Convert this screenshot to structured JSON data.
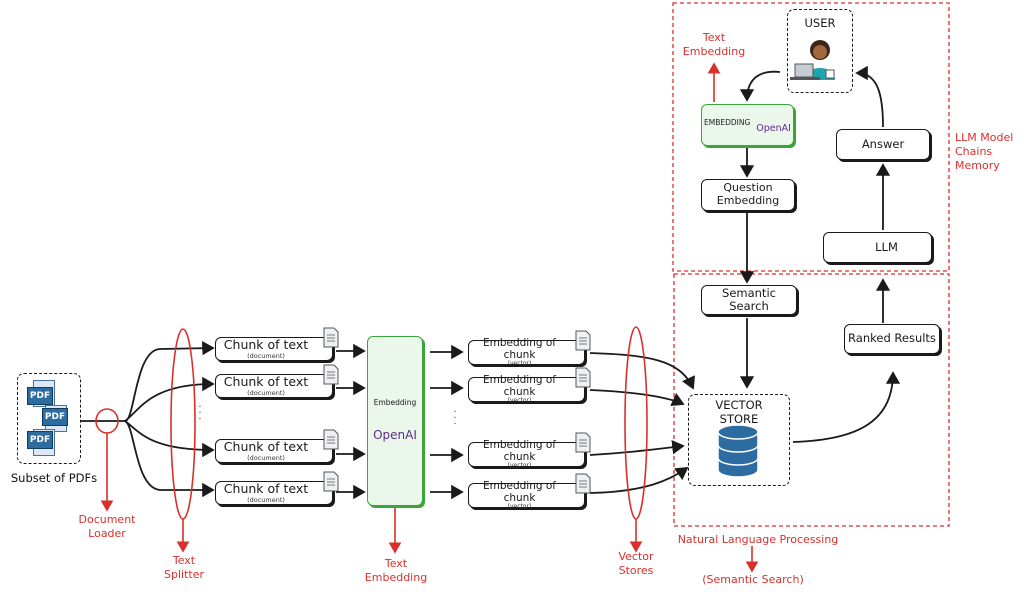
{
  "pdf_group": {
    "caption": "Subset of PDFs",
    "badges": [
      "PDF",
      "PDF",
      "PDF"
    ]
  },
  "chunks": [
    {
      "label": "Chunk of text",
      "sub": "(document)"
    },
    {
      "label": "Chunk of text",
      "sub": "(document)"
    },
    {
      "label": "Chunk of text",
      "sub": "(document)"
    },
    {
      "label": "Chunk of text",
      "sub": "(document)"
    }
  ],
  "embedding_model": {
    "label": "Embedding",
    "brand": "OpenAI"
  },
  "embeddings": [
    {
      "label": "Embedding of chunk",
      "sub": "(vector)"
    },
    {
      "label": "Embedding of chunk",
      "sub": "(vector)"
    },
    {
      "label": "Embedding of chunk",
      "sub": "(vector)"
    },
    {
      "label": "Embedding of chunk",
      "sub": "(vector)"
    }
  ],
  "vector_store": {
    "label_line1": "VECTOR",
    "label_line2": "STORE"
  },
  "semantic_search": "Semantic Search",
  "ranked_results": "Ranked Results",
  "question_embedding": {
    "line1": "Question",
    "line2": "Embedding"
  },
  "user": "USER",
  "top_embedding": {
    "label": "EMBEDDING",
    "brand": "OpenAI"
  },
  "answer": "Answer",
  "llm": "LLM",
  "annotations": {
    "document_loader": {
      "line1": "Document",
      "line2": "Loader"
    },
    "text_splitter": {
      "line1": "Text",
      "line2": "Splitter"
    },
    "text_embedding_bottom": {
      "line1": "Text",
      "line2": "Embedding"
    },
    "vector_stores": {
      "line1": "Vector",
      "line2": "Stores"
    },
    "nlp": "Natural Language Processing",
    "semantic_search_note": "(Semantic Search)",
    "text_embedding_top": {
      "line1": "Text",
      "line2": "Embedding"
    },
    "llm_model": {
      "line1": "LLM Model",
      "line2": "Chains",
      "line3": "Memory"
    }
  },
  "colors": {
    "annotation": "#d9302c",
    "openai_green": "#3aa63a",
    "database": "#2d6ca0",
    "ink": "#1a1a1a"
  }
}
